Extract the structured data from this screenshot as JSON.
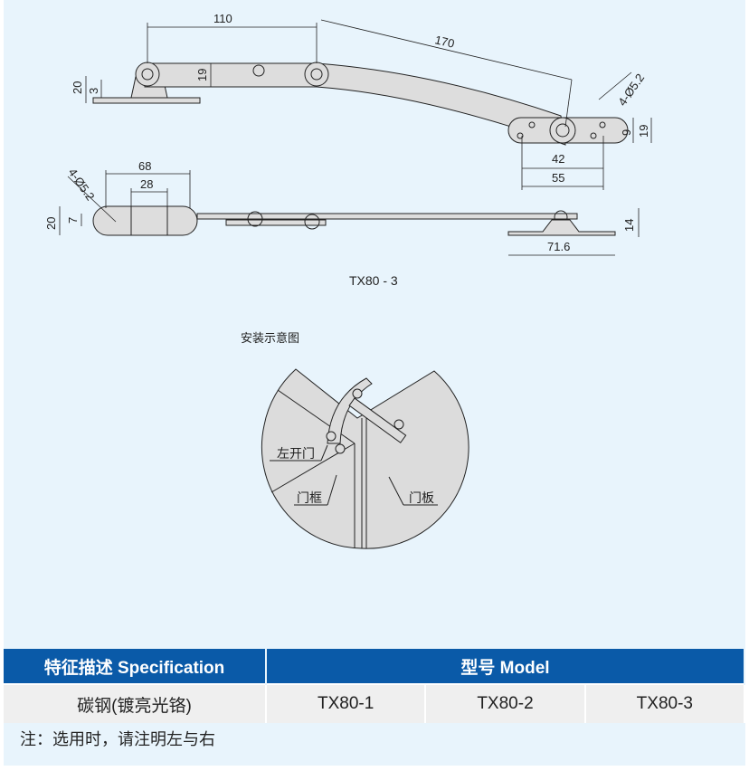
{
  "drawing": {
    "dims_top": {
      "d110": "110",
      "d170": "170",
      "d20": "20",
      "d3": "3",
      "d19a": "19",
      "hole_right": "4-Ø5.2",
      "d9": "9",
      "d19b": "19",
      "d42": "42",
      "d55": "55"
    },
    "dims_bottom": {
      "hole_left": "4-Ø5.2",
      "d68": "68",
      "d28": "28",
      "d20": "20",
      "d7": "7",
      "d14": "14",
      "d716": "71.6"
    },
    "model_caption": "TX80 - 3"
  },
  "install": {
    "title": "安装示意图",
    "label_left_door": "左开门",
    "label_frame": "门框",
    "label_panel": "门板"
  },
  "table": {
    "headers": [
      "特征描述 Specification",
      "型号 Model"
    ],
    "row": [
      "碳钢(镀亮光铬)",
      "TX80-1",
      "TX80-2",
      "TX80-3"
    ]
  },
  "note": "注：选用时，请注明左与右",
  "colors": {
    "header": "#0a5aa8",
    "background": "#e8f4fc",
    "part": "#dcdcdc"
  }
}
